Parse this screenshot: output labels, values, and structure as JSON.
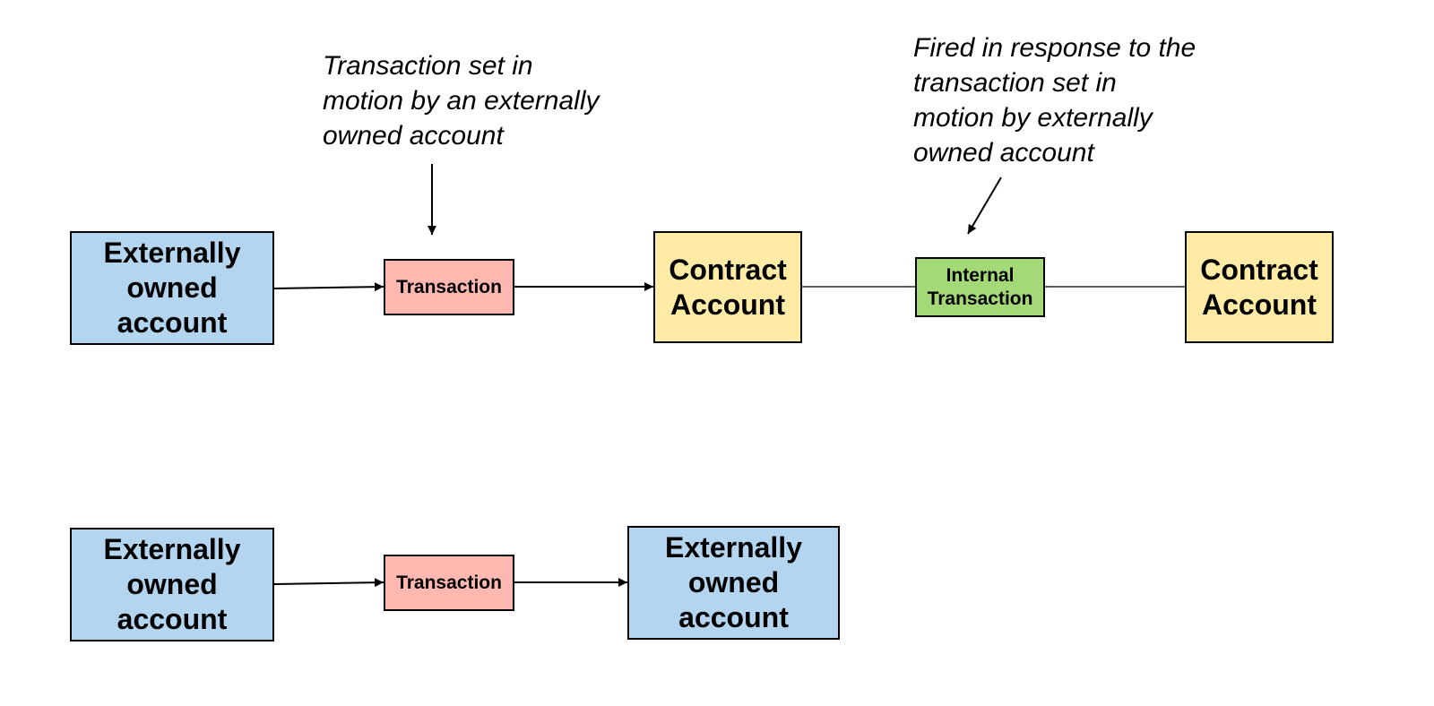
{
  "colors": {
    "externally_owned_account": "#b3d5ef",
    "transaction": "#ffb8b0",
    "contract_account": "#ffeaa6",
    "internal_transaction": "#a4d977",
    "stroke": "#000000"
  },
  "annotations": {
    "transaction_note": "Transaction set in\nmotion by an externally\nowned account",
    "internal_note": "Fired in response to the\ntransaction set in\nmotion by externally\nowned account"
  },
  "row1": {
    "eoa_label": "Externally\nowned\naccount",
    "transaction_label": "Transaction",
    "contract_a_label": "Contract\nAccount",
    "internal_transaction_label": "Internal\nTransaction",
    "contract_b_label": "Contract\nAccount"
  },
  "row2": {
    "eoa_from_label": "Externally\nowned\naccount",
    "transaction_label": "Transaction",
    "eoa_to_label": "Externally\nowned\naccount"
  }
}
